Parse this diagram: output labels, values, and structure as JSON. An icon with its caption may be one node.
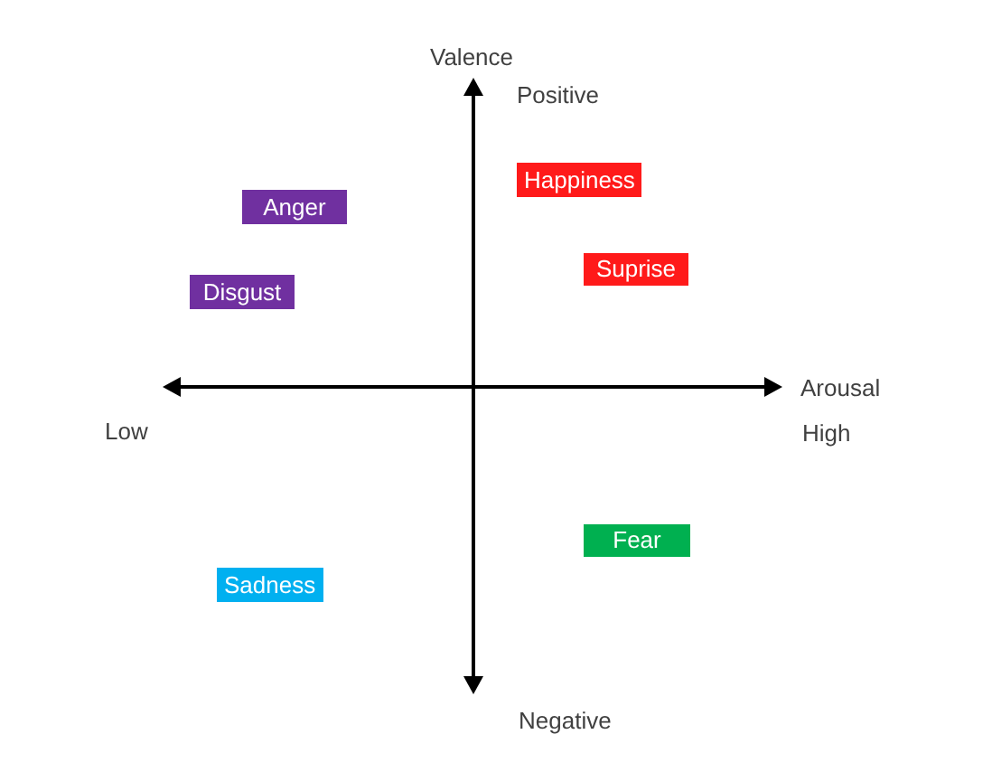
{
  "diagram": {
    "nodes": [
      {
        "text": [
          "Happiness"
        ]
      },
      {
        "text": [
          "Anger"
        ]
      },
      {
        "text": [
          "Suprise"
        ]
      },
      {
        "text": [
          "Disgust"
        ]
      },
      {
        "text": [
          "Fear"
        ]
      },
      {
        "text": [
          "Sadness"
        ]
      }
    ],
    "labels": [
      "Valence",
      "Positive",
      "Arousal",
      "Low",
      "High",
      "Negative"
    ]
  }
}
